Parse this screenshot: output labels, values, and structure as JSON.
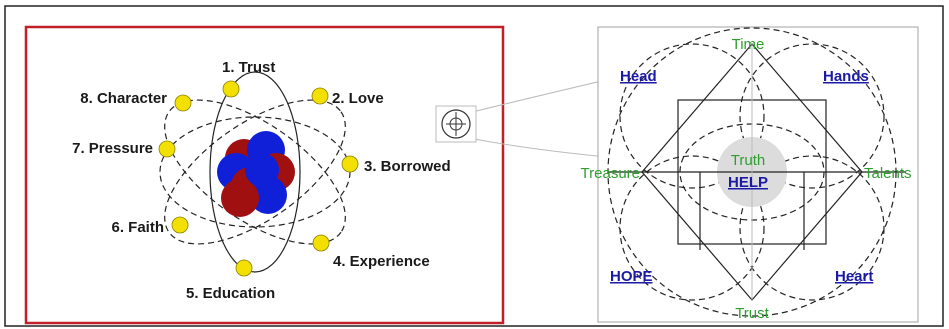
{
  "left_diagram": {
    "electron_labels": [
      "1. Trust",
      "2. Love",
      "3. Borrowed",
      "4. Experience",
      "5. Education",
      "6. Faith",
      "7. Pressure",
      "8. Character"
    ]
  },
  "right_diagram": {
    "labels": {
      "top": "Time",
      "bottom": "Trust",
      "left": "Treasure",
      "right": "Talents",
      "center_top": "Truth",
      "center": "HELP",
      "top_left": "Head",
      "top_right": "Hands",
      "bottom_left": "HOPE",
      "bottom_right": "Heart"
    }
  },
  "colors": {
    "frame_border": "#222222",
    "left_panel_border": "#c0202a",
    "right_panel_border": "#b0b0b0",
    "nucleus_red": "#a01010",
    "nucleus_blue": "#1020d8",
    "electron": "#f3e000",
    "green_text": "#2e9e2e",
    "link_text": "#1a1aa6"
  }
}
